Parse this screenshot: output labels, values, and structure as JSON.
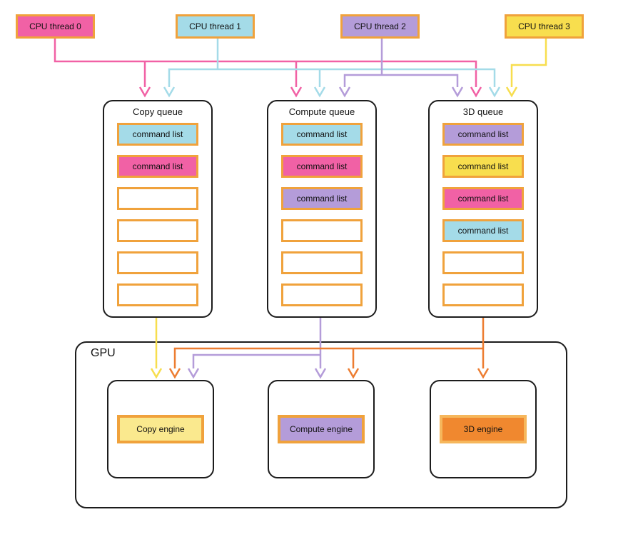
{
  "palette": {
    "pink": "#F161A5",
    "blue": "#A4DBE8",
    "purple": "#B49CD9",
    "yellow": "#F8DE4E",
    "pale_yellow": "#FAE98E",
    "orange_fill": "#F0882F",
    "orange_arrow": "#ED7D31",
    "orange_border": "#F0A23C",
    "light_orange_border": "#F6B75C",
    "outline_black": "#1c1c1c"
  },
  "cpu_threads": [
    {
      "label": "CPU thread 0",
      "color": "pink"
    },
    {
      "label": "CPU thread 1",
      "color": "blue"
    },
    {
      "label": "CPU thread 2",
      "color": "purple"
    },
    {
      "label": "CPU thread 3",
      "color": "yellow"
    }
  ],
  "queues": [
    {
      "title": "Copy queue",
      "slots": [
        {
          "label": "command list",
          "color": "blue"
        },
        {
          "label": "command list",
          "color": "pink"
        },
        {
          "label": "",
          "color": "empty"
        },
        {
          "label": "",
          "color": "empty"
        },
        {
          "label": "",
          "color": "empty"
        },
        {
          "label": "",
          "color": "empty"
        }
      ]
    },
    {
      "title": "Compute queue",
      "slots": [
        {
          "label": "command list",
          "color": "blue"
        },
        {
          "label": "command list",
          "color": "pink"
        },
        {
          "label": "command list",
          "color": "purple"
        },
        {
          "label": "",
          "color": "empty"
        },
        {
          "label": "",
          "color": "empty"
        },
        {
          "label": "",
          "color": "empty"
        }
      ]
    },
    {
      "title": "3D queue",
      "slots": [
        {
          "label": "command list",
          "color": "purple"
        },
        {
          "label": "command list",
          "color": "yellow"
        },
        {
          "label": "command list",
          "color": "pink"
        },
        {
          "label": "command list",
          "color": "blue"
        },
        {
          "label": "",
          "color": "empty"
        },
        {
          "label": "",
          "color": "empty"
        }
      ]
    }
  ],
  "gpu": {
    "label": "GPU",
    "engines": [
      {
        "label": "Copy engine",
        "color": "pale_yellow"
      },
      {
        "label": "Compute engine",
        "color": "purple"
      },
      {
        "label": "3D engine",
        "color": "orange"
      }
    ]
  }
}
